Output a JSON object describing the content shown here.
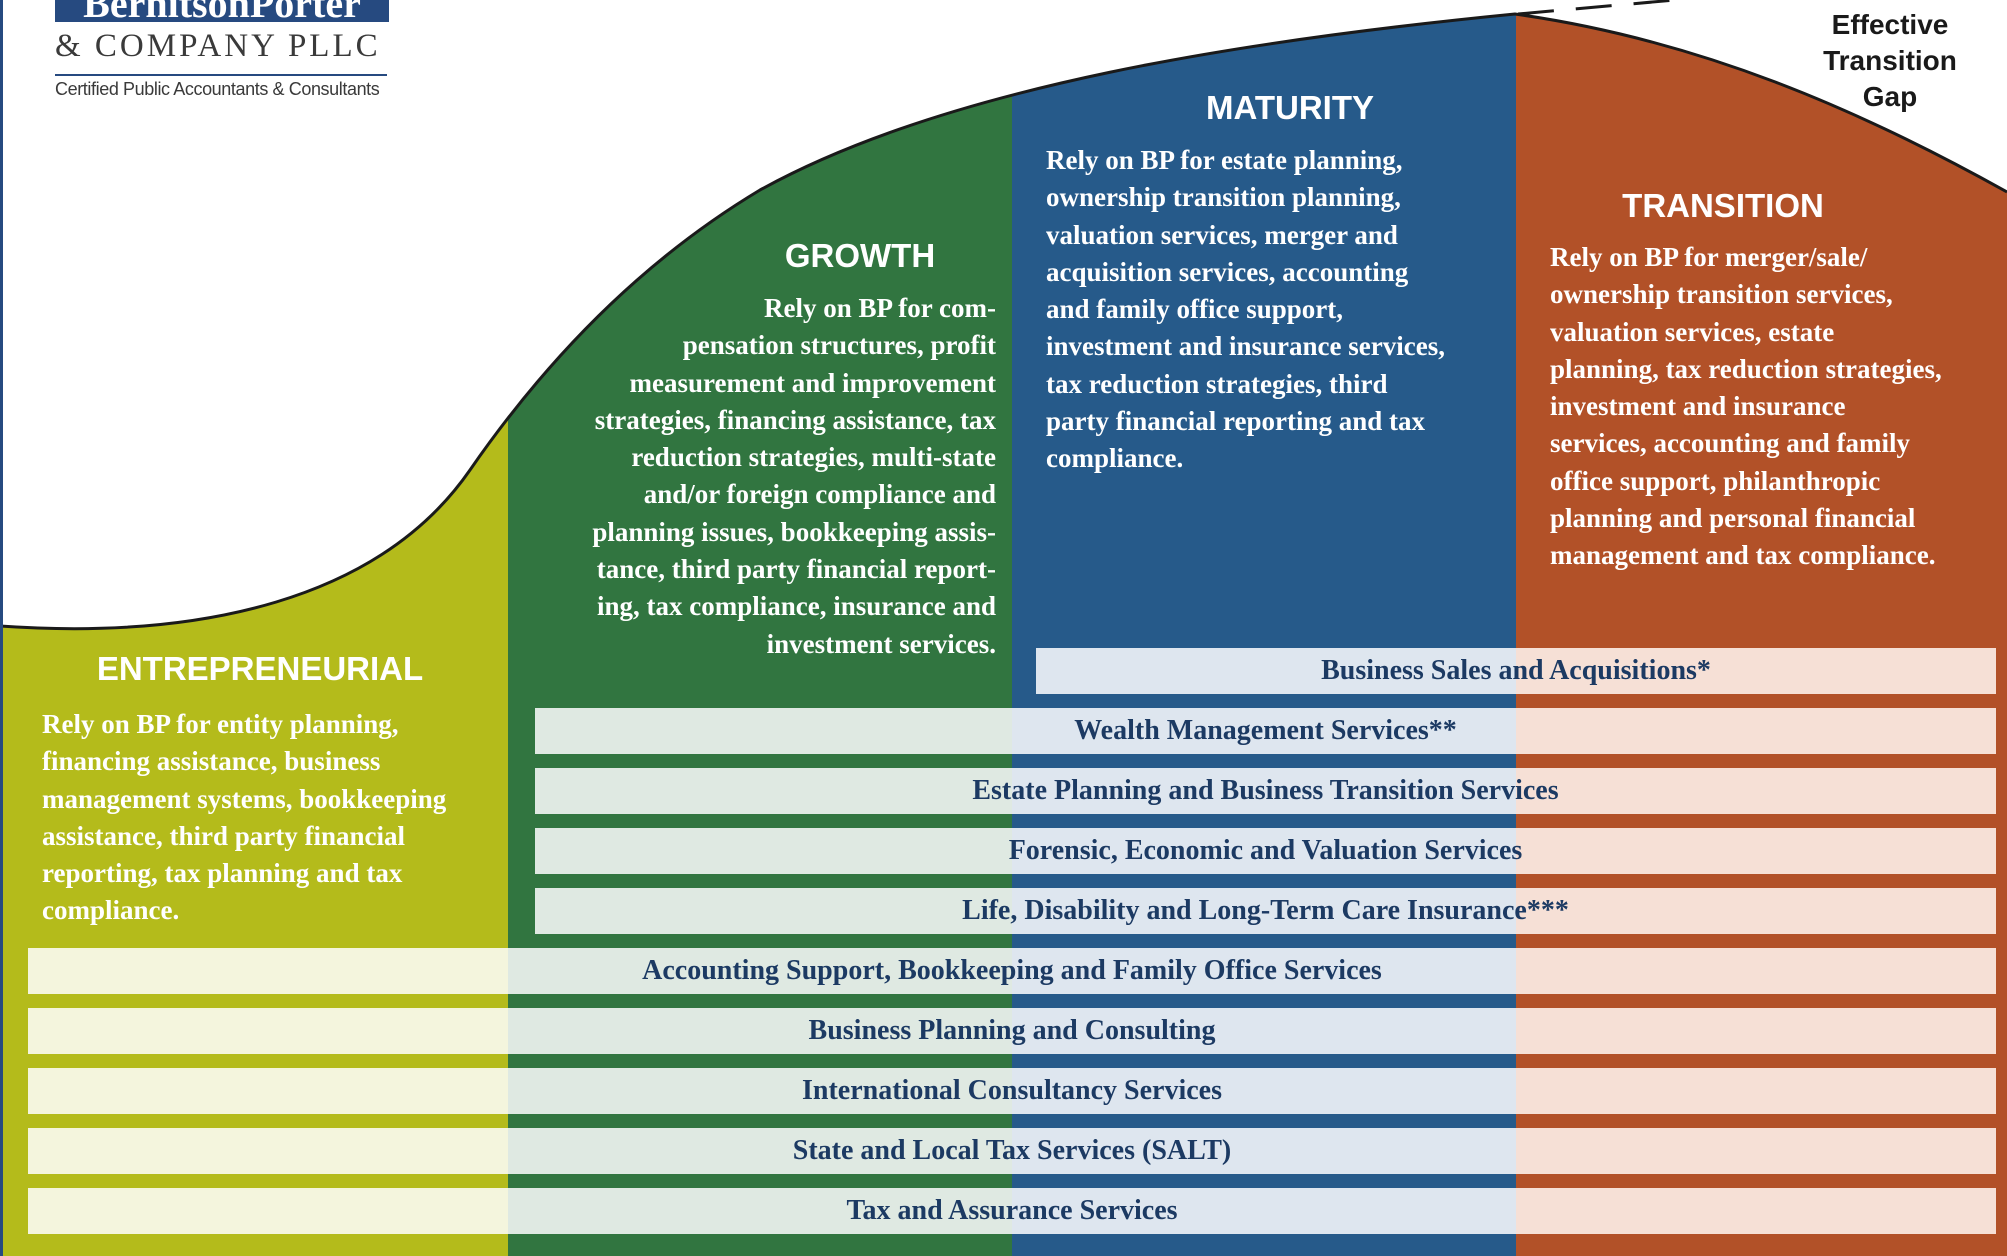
{
  "logo": {
    "name": "BernitsonPorter",
    "company": "& COMPANY PLLC",
    "tagline": "Certified Public Accountants & Consultants"
  },
  "transition_gap_label": "Effective\nTransition\nGap",
  "colors": {
    "entrepreneurial": "#b4bb1b",
    "growth": "#317540",
    "maturity": "#265a8a",
    "transition": "#b25128",
    "bar_text": "#1c3a63"
  },
  "stages": [
    {
      "id": "entrepreneurial",
      "title": "ENTREPRENEURIAL",
      "lines": [
        "Rely on BP for entity planning,",
        "financing assistance, business",
        "management systems, bookkeeping",
        "assistance, third party financial",
        "reporting, tax planning  and tax",
        "compliance."
      ]
    },
    {
      "id": "growth",
      "title": "GROWTH",
      "lines": [
        "Rely on BP for com-",
        "pensation structures, profit",
        "measurement and improvement",
        "strategies, financing assistance, tax",
        "reduction strategies, multi-state",
        "and/or foreign compliance and",
        "planning issues, bookkeeping assis-",
        "tance, third party financial report-",
        "ing, tax compliance, insurance and",
        "investment services."
      ]
    },
    {
      "id": "maturity",
      "title": "MATURITY",
      "lines": [
        "Rely on BP for estate planning,",
        "ownership transition planning,",
        "valuation services, merger and",
        "acquisition services, accounting",
        "and family office support,",
        "investment and insurance services,",
        "tax reduction strategies, third",
        "party financial reporting and tax",
        "compliance."
      ]
    },
    {
      "id": "transition",
      "title": "TRANSITION",
      "lines": [
        "Rely on BP for merger/sale/",
        "ownership transition services,",
        "valuation services, estate",
        "planning, tax reduction strategies,",
        "investment and insurance",
        "services, accounting and family",
        "office support, philanthropic",
        "planning and personal financial",
        "management and tax compliance."
      ]
    }
  ],
  "services": [
    {
      "label": "Business Sales and Acquisitions*",
      "from": "maturity"
    },
    {
      "label": "Wealth Management Services**",
      "from": "growth"
    },
    {
      "label": "Estate Planning and Business Transition Services",
      "from": "growth"
    },
    {
      "label": "Forensic, Economic and Valuation Services",
      "from": "growth"
    },
    {
      "label": "Life, Disability and Long-Term Care Insurance***",
      "from": "growth"
    },
    {
      "label": "Accounting Support, Bookkeeping and Family Office Services",
      "from": "entrepreneurial"
    },
    {
      "label": "Business Planning and Consulting",
      "from": "entrepreneurial"
    },
    {
      "label": "International Consultancy Services",
      "from": "entrepreneurial"
    },
    {
      "label": "State and Local Tax Services (SALT)",
      "from": "entrepreneurial"
    },
    {
      "label": "Tax and Assurance Services",
      "from": "entrepreneurial"
    }
  ]
}
